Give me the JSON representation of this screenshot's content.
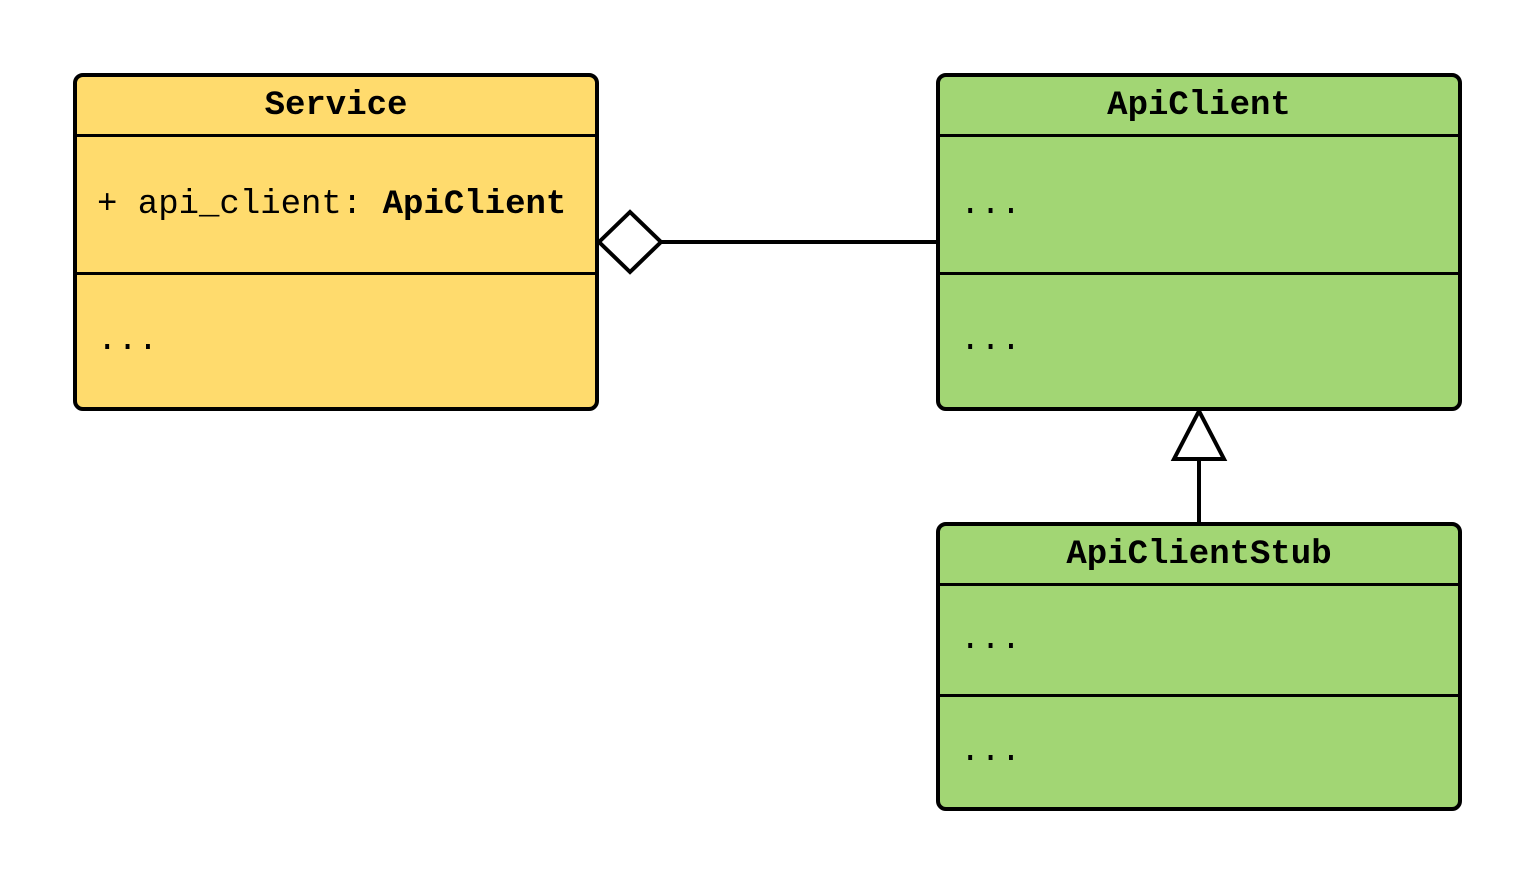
{
  "diagram": {
    "kind": "uml-class-diagram",
    "background_color": "#ffffff",
    "stroke_color": "#000000",
    "classes": [
      {
        "title": "Service",
        "fill_color": "#ffdb6d",
        "attribute": {
          "prefix": "+ api_client: ",
          "type": "ApiClient"
        },
        "methods_placeholder": "..."
      },
      {
        "title": "ApiClient",
        "fill_color": "#a2d674",
        "attributes_placeholder": "...",
        "methods_placeholder": "..."
      },
      {
        "title": "ApiClientStub",
        "fill_color": "#a2d674",
        "attributes_placeholder": "...",
        "methods_placeholder": "..."
      }
    ],
    "relationships": [
      {
        "type": "aggregation",
        "from": "Service",
        "to": "ApiClient",
        "marker": "hollow-diamond"
      },
      {
        "type": "inheritance",
        "from": "ApiClientStub",
        "to": "ApiClient",
        "marker": "hollow-triangle"
      }
    ]
  }
}
